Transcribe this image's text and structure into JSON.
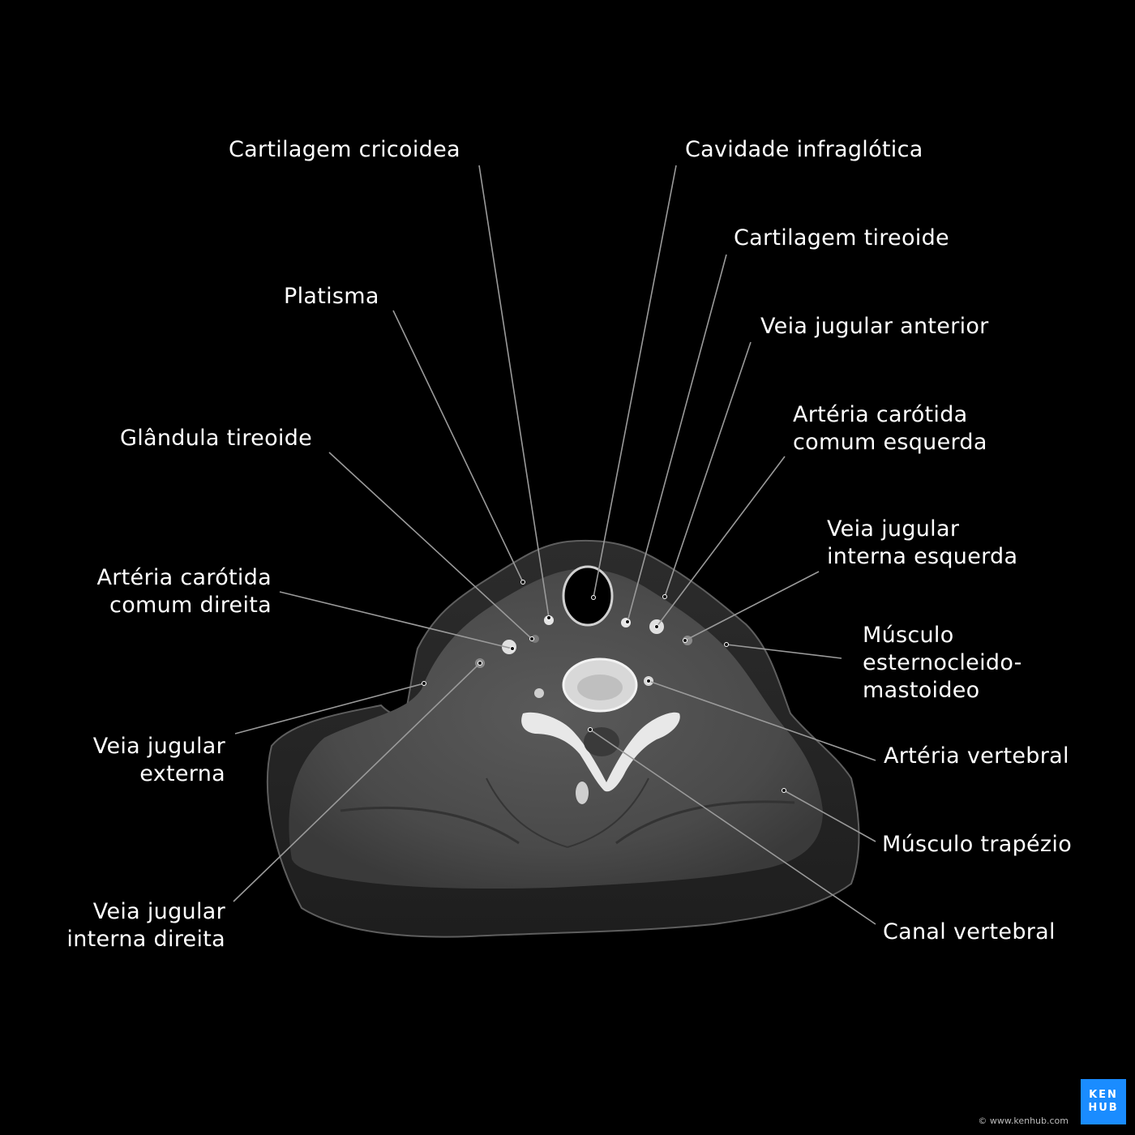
{
  "labels": {
    "cartilagem_cricoidea": "Cartilagem cricoidea",
    "cavidade_infraglotica": "Cavidade infraglótica",
    "cartilagem_tireoide": "Cartilagem tireoide",
    "platisma": "Platisma",
    "veia_jugular_anterior": "Veia jugular anterior",
    "arteria_carotida_esq_1": "Artéria carótida",
    "arteria_carotida_esq_2": "comum esquerda",
    "glandula_tireoide": "Glândula tireoide",
    "veia_jug_int_esq_1": "Veia jugular",
    "veia_jug_int_esq_2": "interna esquerda",
    "arteria_carotida_dir_1": "Artéria carótida",
    "arteria_carotida_dir_2": "comum direita",
    "musculo_ecm_1": "Músculo",
    "musculo_ecm_2": "esternocleido-",
    "musculo_ecm_3": "mastoideo",
    "veia_jug_ext_1": "Veia jugular",
    "veia_jug_ext_2": "externa",
    "arteria_vertebral": "Artéria vertebral",
    "musculo_trapezio": "Músculo trapézio",
    "veia_jug_int_dir_1": "Veia jugular",
    "veia_jug_int_dir_2": "interna direita",
    "canal_vertebral": "Canal vertebral"
  },
  "footer": {
    "copyright": "© www.kenhub.com",
    "logo_line1": "KEN",
    "logo_line2": "HUB"
  },
  "colors": {
    "background": "#000000",
    "leader_line": "#9a9a9a",
    "logo": "#1a8cff"
  }
}
